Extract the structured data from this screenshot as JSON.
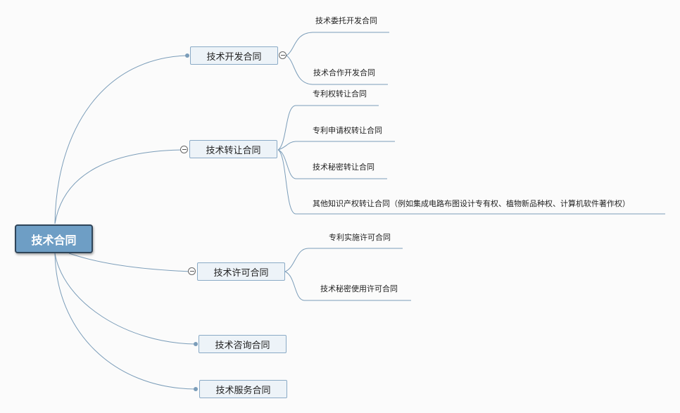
{
  "central": {
    "label": "技术合同"
  },
  "branches": [
    {
      "label": "技术开发合同",
      "children": [
        "技术委托开发合同",
        "技术合作开发合同"
      ]
    },
    {
      "label": "技术转让合同",
      "children": [
        "专利权转让合同",
        "专利申请权转让合同",
        "技术秘密转让合同",
        "其他知识产权转让合同（例如集成电路布图设计专有权、植物新品种权、计算机软件著作权）"
      ]
    },
    {
      "label": "技术许可合同",
      "children": [
        "专利实施许可合同",
        "技术秘密使用许可合同"
      ]
    },
    {
      "label": "技术咨询合同",
      "children": []
    },
    {
      "label": "技术服务合同",
      "children": []
    }
  ],
  "colors": {
    "line": "#7b9db9",
    "central_fill": "#6e9ec5",
    "central_border": "#2f4559",
    "topic_fill": "#edf3f8",
    "topic_border": "#8aaac6"
  }
}
